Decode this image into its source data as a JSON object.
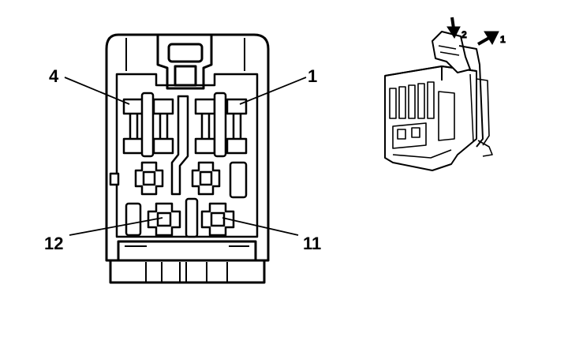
{
  "labels": {
    "pin_4": "4",
    "pin_1": "1",
    "pin_12": "12",
    "pin_11": "11",
    "arrow_2": "2",
    "arrow_1": "1"
  },
  "colors": {
    "line": "#000000",
    "background": "#ffffff",
    "shade": "#d9d9d9"
  }
}
